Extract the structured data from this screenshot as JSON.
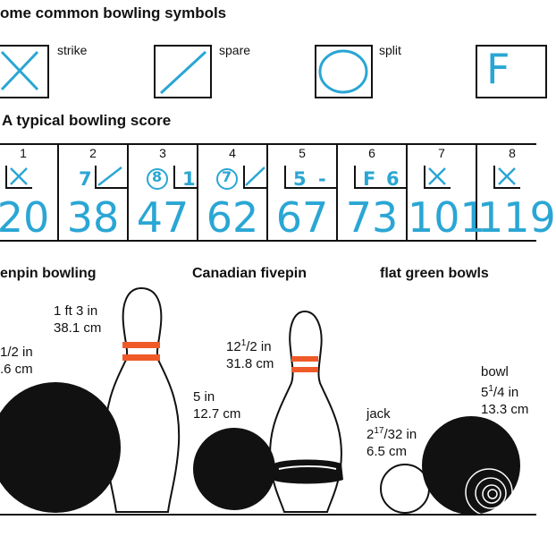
{
  "headings": {
    "symbols": "ome common bowling symbols",
    "score": "typical bowling score",
    "tenpin": "enpin bowling",
    "fivepin": "Canadian fivepin",
    "bowls": "flat green bowls"
  },
  "symbols": [
    {
      "label": "strike",
      "icon": "strike-x-icon"
    },
    {
      "label": "spare",
      "icon": "spare-slash-icon"
    },
    {
      "label": "split",
      "icon": "split-circle-icon"
    },
    {
      "label": "",
      "icon": "foul-f-icon",
      "glyph": "F"
    }
  ],
  "colors": {
    "ink": "#111111",
    "score_blue": "#2aa6d4",
    "pin_stripe": "#f05a28"
  },
  "frames": [
    {
      "number": "1",
      "roll1": "",
      "roll2": "X",
      "mark": "strike",
      "total": "20"
    },
    {
      "number": "2",
      "roll1": "7",
      "roll2": "/",
      "mark": "spare",
      "total": "38"
    },
    {
      "number": "3",
      "roll1": "8",
      "roll2": "1",
      "mark": "split",
      "total": "47"
    },
    {
      "number": "4",
      "roll1": "7",
      "roll2": "/",
      "mark": "split-spare",
      "total": "62"
    },
    {
      "number": "5",
      "roll1": "5",
      "roll2": "-",
      "mark": "open",
      "total": "67"
    },
    {
      "number": "6",
      "roll1": "F",
      "roll2": "6",
      "mark": "foul",
      "total": "73"
    },
    {
      "number": "7",
      "roll1": "",
      "roll2": "X",
      "mark": "strike",
      "total": "101"
    },
    {
      "number": "8",
      "roll1": "",
      "roll2": "X",
      "mark": "strike",
      "total": "119"
    }
  ],
  "measurements": {
    "tenpin_pin": "1 ft 3 in\n38.1 cm",
    "tenpin_ball_whole": "1",
    "tenpin_ball_frac": "/2 in",
    "tenpin_ball_cm": ".6 cm",
    "fivepin_pin_whole": "12",
    "fivepin_pin_frac": "1",
    "fivepin_pin_rest": "/2 in",
    "fivepin_pin_cm": "31.8 cm",
    "fivepin_ball": "5 in\n12.7 cm",
    "jack_name": "jack",
    "jack_whole": "2",
    "jack_frac": "17",
    "jack_rest": "/32 in",
    "jack_cm": "6.5 cm",
    "bowl_name": "bowl",
    "bowl_whole": "5",
    "bowl_frac": "1",
    "bowl_rest": "/4 in",
    "bowl_cm": "13.3 cm"
  }
}
